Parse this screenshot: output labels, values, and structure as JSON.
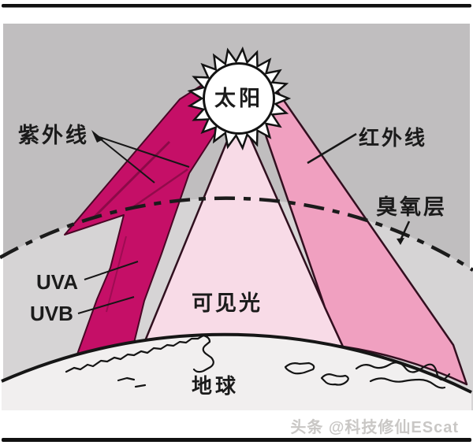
{
  "labels": {
    "sun": "太阳",
    "uv": "紫外线",
    "infrared": "红外线",
    "ozone": "臭氧层",
    "uva": "UVA",
    "uvb": "UVB",
    "visible": "可见光",
    "earth": "地球"
  },
  "watermark": "头条 @科技修仙EScat",
  "colors": {
    "background_gray": "#c0bebf",
    "below_ozone_gray": "#d6d4d5",
    "uv_beam": "#c50f67",
    "visible_beam": "#f8dbe7",
    "infrared_beam": "#f0a0c0",
    "earth_fill": "#f1efef",
    "sun_fill": "#ffffff",
    "outline": "#1a1a1a",
    "watermark_gray": "#c9c7c5"
  }
}
